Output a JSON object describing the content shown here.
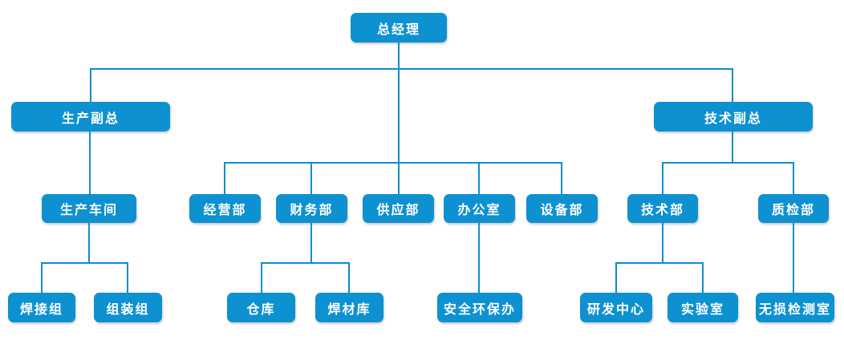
{
  "diagram": {
    "type": "org-chart",
    "nodes": {
      "general_manager": "总经理",
      "production_vp": "生产副总",
      "technical_vp": "技术副总",
      "production_workshop": "生产车间",
      "business_dept": "经营部",
      "finance_dept": "财务部",
      "supply_dept": "供应部",
      "office": "办公室",
      "equipment_dept": "设备部",
      "technical_dept": "技术部",
      "quality_dept": "质检部",
      "welding_group": "焊接组",
      "assembly_group": "组装组",
      "warehouse": "仓库",
      "welding_material_store": "焊材库",
      "safety_env_office": "安全环保办",
      "rd_center": "研发中心",
      "laboratory": "实验室",
      "ndt_room": "无损检测室"
    },
    "hierarchy": [
      {
        "parent": "总经理",
        "children": [
          "生产副总",
          "经营部",
          "财务部",
          "供应部",
          "办公室",
          "设备部",
          "技术副总"
        ]
      },
      {
        "parent": "生产副总",
        "children": [
          "生产车间"
        ]
      },
      {
        "parent": "生产车间",
        "children": [
          "焊接组",
          "组装组"
        ]
      },
      {
        "parent": "财务部",
        "children": [
          "仓库",
          "焊材库"
        ]
      },
      {
        "parent": "办公室",
        "children": [
          "安全环保办"
        ]
      },
      {
        "parent": "技术副总",
        "children": [
          "技术部",
          "质检部"
        ]
      },
      {
        "parent": "技术部",
        "children": [
          "研发中心",
          "实验室"
        ]
      },
      {
        "parent": "质检部",
        "children": [
          "无损检测室"
        ]
      }
    ],
    "colors": {
      "node_fill": "#0d91d1",
      "connector": "#0d8ecf",
      "node_text": "#ffffff",
      "background": "#ffffff"
    }
  }
}
